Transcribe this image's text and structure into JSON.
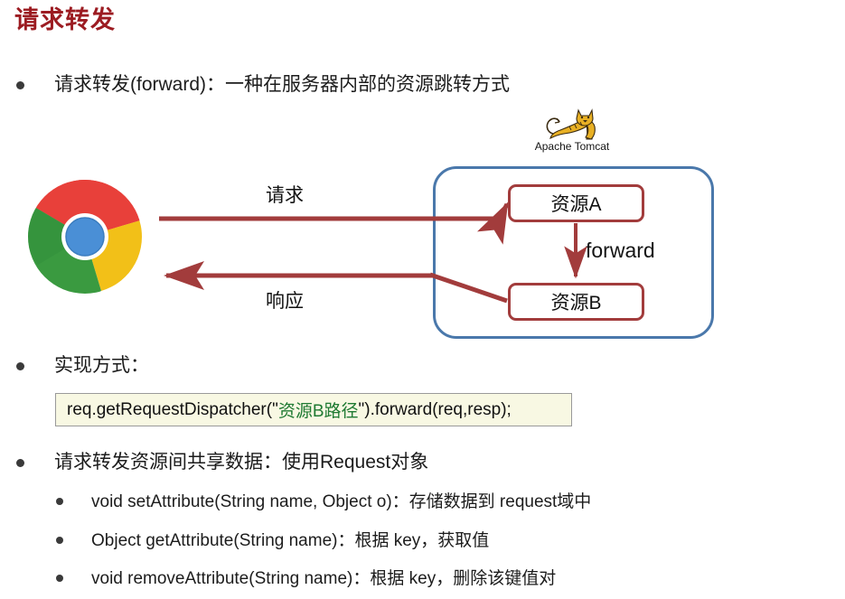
{
  "slide": {
    "title": "请求转发"
  },
  "bullets": {
    "forward_definition": "请求转发(forward)：一种在服务器内部的资源跳转方式",
    "implementation": "实现方式：",
    "share_data": "请求转发资源间共享数据：使用Request对象",
    "set_attribute": "void setAttribute(String name, Object o)：存储数据到 request域中",
    "get_attribute": "Object getAttribute(String name)：根据 key，获取值",
    "remove_attribute": " void removeAttribute(String name)：根据 key，删除该键值对"
  },
  "code": {
    "prefix": "req.getRequestDispatcher(\"",
    "string_literal": "资源B路径",
    "suffix": "\").forward(req,resp);"
  },
  "diagram": {
    "client_icon": "chrome-logo-icon",
    "server_icon": "tomcat-logo-icon",
    "server_caption": "Apache Tomcat",
    "resource_a": "资源A",
    "resource_b": "资源B",
    "forward_arrow_label": "forward",
    "request_arrow_label": "请求",
    "response_arrow_label": "响应"
  },
  "colors": {
    "title_red": "#9c1c22",
    "arrow_red": "#a23c3c",
    "box_border_red": "#a23c3c",
    "server_border_blue": "#4a78ab",
    "code_background": "#f8f8e3",
    "code_string_green": "#1f7a32",
    "text_black": "#1c1c1c"
  }
}
